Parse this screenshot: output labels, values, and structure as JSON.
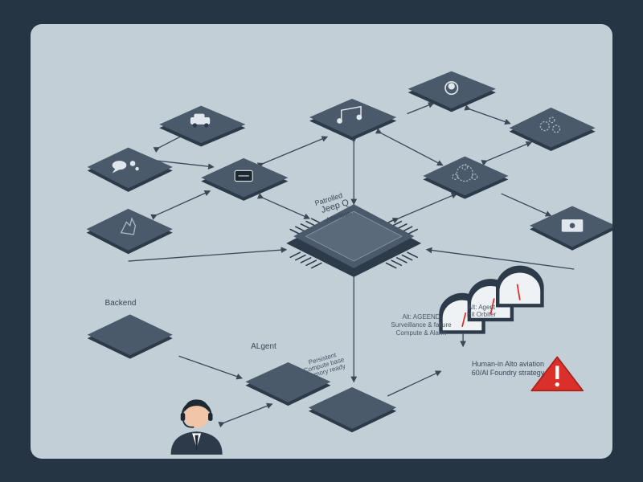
{
  "colors": {
    "page_frame": "#263544",
    "canvas": "#c3cfd7",
    "tile_top": "#4a5a6b",
    "tile_side": "#2c3a49",
    "arrow": "#3c4856",
    "alert": "#d9302a"
  },
  "chip": {
    "line1": "Patrolled",
    "line2": "Jeep Q",
    "line3": "Attention"
  },
  "nodes": {
    "backend": "Backend",
    "agent": "ALgent",
    "doc_l1": "Persistent",
    "doc_l2": "Compute base",
    "doc_l3": "memory ready"
  },
  "gauges": {
    "caption_l1": "Alt: AGEEND",
    "caption_l2": "Surveillance & failure",
    "caption_l3": "Compute & Alarm"
  },
  "alert": {
    "side_l1": "Alt: Agent",
    "side_l2": "Hit Orbiter",
    "caption_l1": "Human-in Alto aviation",
    "caption_l2": "60/Al Foundry strategy"
  },
  "icons": [
    "car-icon",
    "music-icon",
    "user-icon",
    "speech-icon",
    "chip-small-icon",
    "gears-icon",
    "network-icon",
    "hand-icon",
    "card-icon",
    "operator-avatar-icon",
    "gauge-icon",
    "warning-icon"
  ]
}
